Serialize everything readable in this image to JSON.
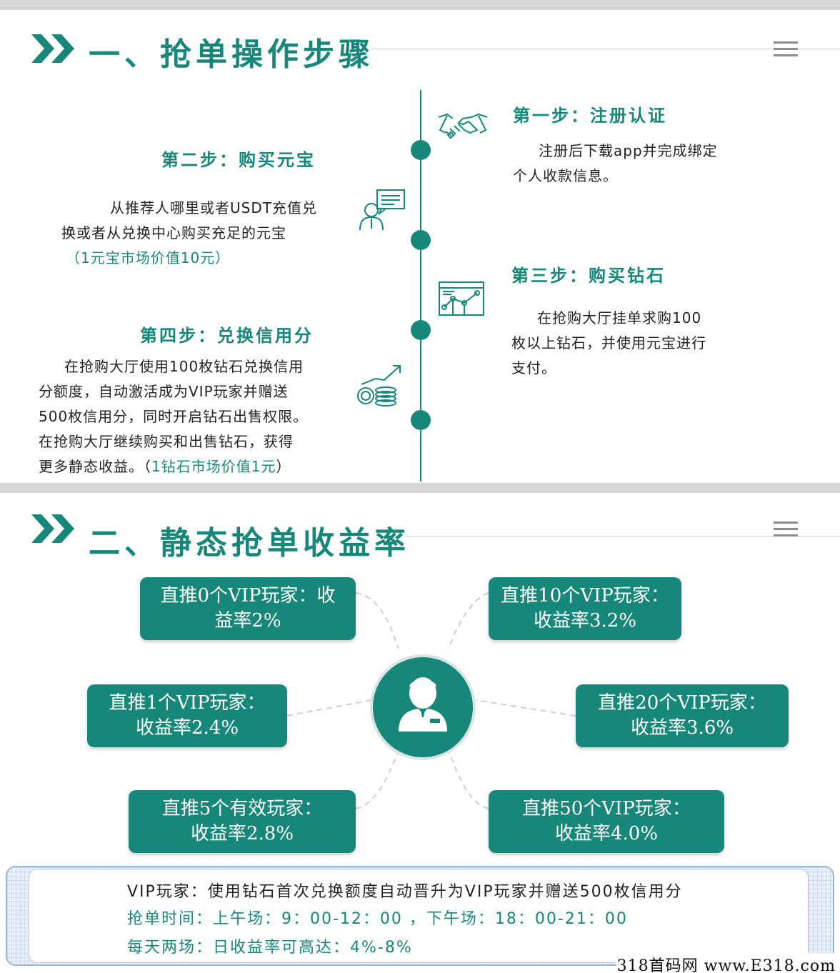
{
  "section1": {
    "title": "一、抢单操作步骤",
    "steps": {
      "step1": {
        "title": "第一步：注册认证",
        "lines": [
          "注册后下载app并完成绑定",
          "个人收款信息。"
        ]
      },
      "step2": {
        "title": "第二步：购买元宝",
        "lines": [
          "从推荐人哪里或者USDT充值兑",
          "换或者从兑换中心购买充足的元宝"
        ],
        "note": "（1元宝市场价值10元）"
      },
      "step3": {
        "title": "第三步：购买钻石",
        "lines": [
          "在抢购大厅挂单求购100",
          "枚以上钻石，并使用元宝进行",
          "支付。"
        ]
      },
      "step4": {
        "title": "第四步：兑换信用分",
        "lines": [
          "在抢购大厅使用100枚钻石兑换信用",
          "分额度，自动激活成为VIP玩家并赠送",
          "500枚信用分，同时开启钻石出售权限。",
          "在抢购大厅继续购买和出售钻石，获得"
        ],
        "last_prefix": "更多静态收益。（",
        "last_highlight": "1钻石市场价值1元",
        "last_suffix": "）"
      }
    },
    "icons": [
      "handshake-icon",
      "consultant-chat-icon",
      "line-chart-board-icon",
      "coins-growth-icon"
    ]
  },
  "section2": {
    "title": "二、静态抢单收益率",
    "rates": [
      {
        "line1": "直推0个VIP玩家：收",
        "line2": "益率2%"
      },
      {
        "line1": "直推10个VIP玩家：",
        "line2": "收益率3.2%"
      },
      {
        "line1": "直推1个VIP玩家：",
        "line2": "收益率2.4%"
      },
      {
        "line1": "直推20个VIP玩家：",
        "line2": "收益率3.6%"
      },
      {
        "line1": "直推5个有效玩家：",
        "line2": "收益率2.8%"
      },
      {
        "line1": "直推50个VIP玩家：",
        "line2": "收益率4.0%"
      }
    ],
    "center_icon": "user-avatar-icon"
  },
  "note": {
    "line1": "VIP玩家：使用钻石首次兑换额度自动晋升为VIP玩家并赠送500枚信用分",
    "line2": "抢单时间：上午场：9：00-12：00 ，下午场：18：00-21：00",
    "line3": "每天两场：日收益率可高达：4%-8%"
  },
  "watermark": "318首码网 www.E318.com",
  "colors": {
    "accent": "#17877a",
    "divider": "#d5d5d5",
    "note_border": "#9ab7d8"
  }
}
